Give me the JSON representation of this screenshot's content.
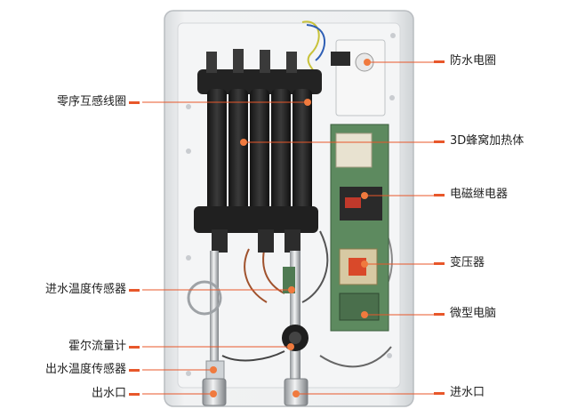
{
  "labels": {
    "waterproof_coil": "防水电圈",
    "zero_sequence_coil": "零序互感线圈",
    "heater_3d": "3D蜂窝加热体",
    "relay": "电磁继电器",
    "transformer": "变压器",
    "inlet_temp_sensor": "进水温度传感器",
    "microcomputer": "微型电脑",
    "hall_flowmeter": "霍尔流量计",
    "outlet_temp_sensor": "出水温度传感器",
    "outlet": "出水口",
    "inlet": "进水口"
  },
  "colors": {
    "accent": "#e8572a",
    "dot": "#f07a3e",
    "housing": "#eceef0",
    "heater_body": "#2a2a2a",
    "pcb": "#4f7a52"
  }
}
